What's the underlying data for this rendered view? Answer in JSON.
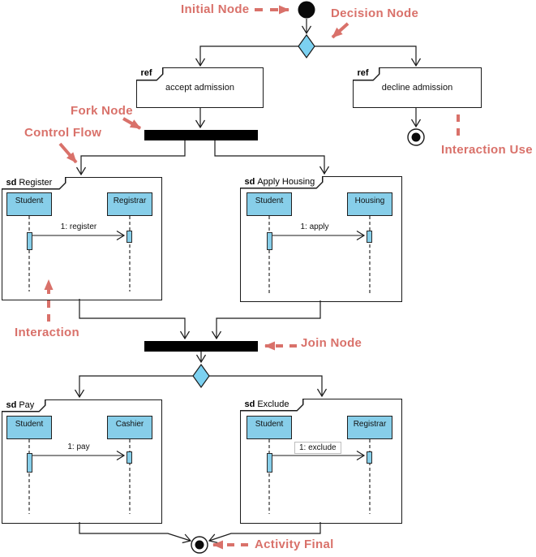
{
  "annotations": {
    "initial_node": "Initial Node",
    "decision_node": "Decision Node",
    "fork_node": "Fork Node",
    "control_flow": "Control Flow",
    "interaction_use": "Interaction Use",
    "interaction": "Interaction",
    "join_node": "Join Node",
    "activity_final": "Activity Final"
  },
  "ref_frames": [
    {
      "keyword": "ref",
      "name": "accept admission"
    },
    {
      "keyword": "ref",
      "name": "decline admission"
    }
  ],
  "sd_frames": [
    {
      "keyword": "sd",
      "name": "Register",
      "lifelines": [
        "Student",
        "Registrar"
      ],
      "message": "1: register"
    },
    {
      "keyword": "sd",
      "name": "Apply Housing",
      "lifelines": [
        "Student",
        "Housing"
      ],
      "message": "1: apply"
    },
    {
      "keyword": "sd",
      "name": "Pay",
      "lifelines": [
        "Student",
        "Cashier"
      ],
      "message": "1: pay"
    },
    {
      "keyword": "sd",
      "name": "Exclude",
      "lifelines": [
        "Student",
        "Registrar"
      ],
      "message": "1: exclude"
    }
  ],
  "colors": {
    "annotation": "#d9716a",
    "node_fill": "#7cd1f1",
    "lifeline_fill": "#87cee9",
    "bar_fill": "#000000",
    "line": "#1a1a1a"
  }
}
